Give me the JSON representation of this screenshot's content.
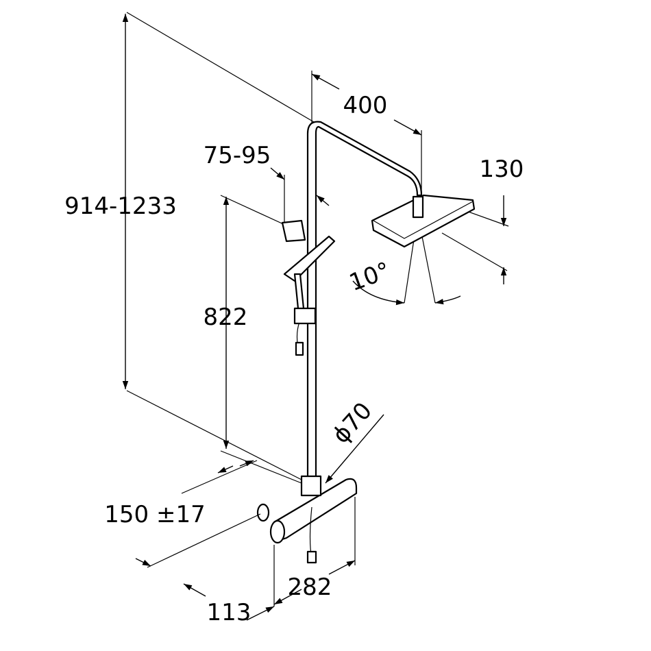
{
  "drawing": {
    "dimensions": {
      "total_height": "914-1233",
      "head_projection": "400",
      "head_drop": "130",
      "holder_range": "75-95",
      "slider_height": "822",
      "tilt_angle": "10°",
      "rosette_diameter": "ϕ70",
      "inlet_centres": "150 ±17",
      "mixer_width": "282",
      "wall_projection": "113"
    }
  }
}
